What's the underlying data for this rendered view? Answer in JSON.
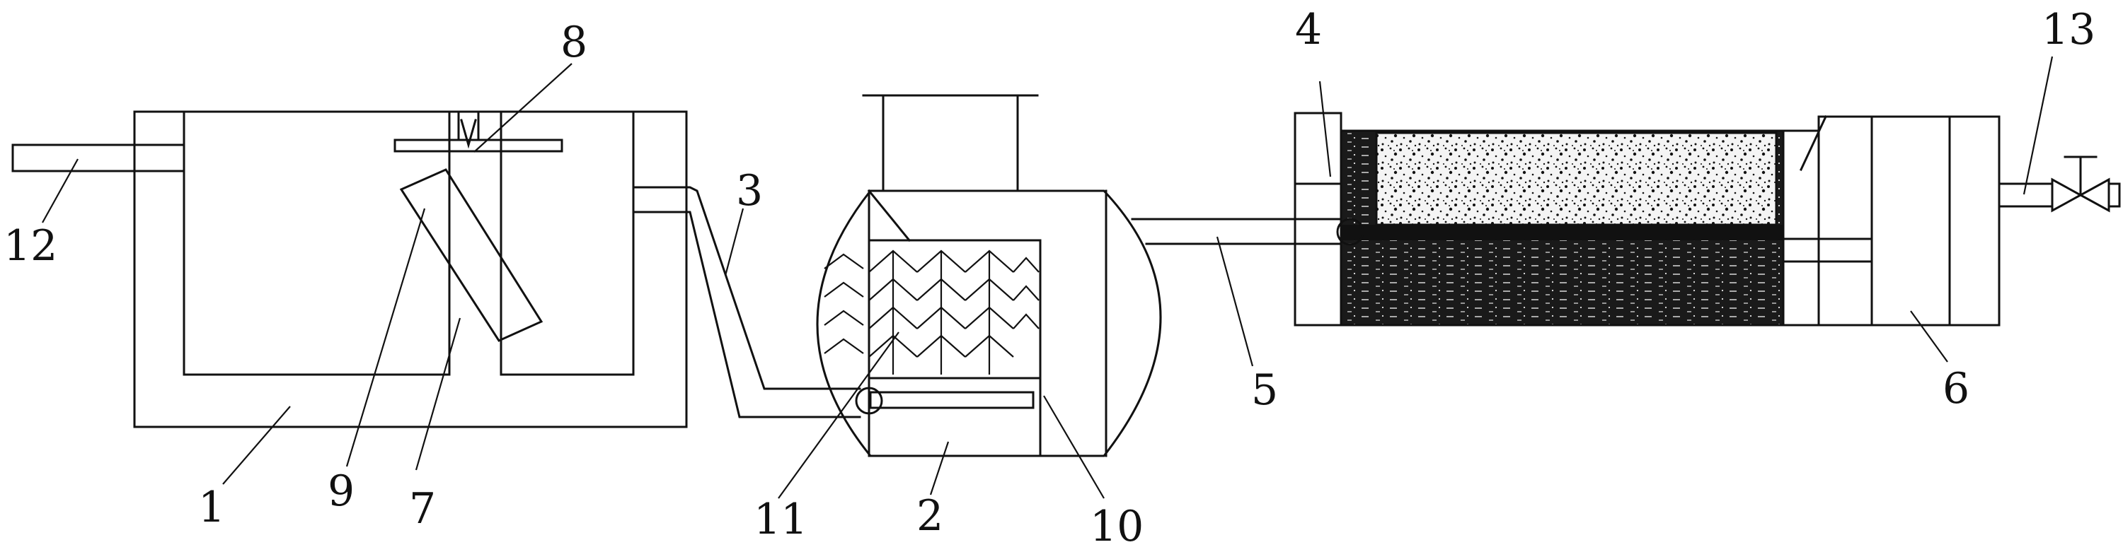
{
  "diagram": {
    "labels": {
      "l1": "1",
      "l2": "2",
      "l3": "3",
      "l4": "4",
      "l5": "5",
      "l6": "6",
      "l7": "7",
      "l8": "8",
      "l9": "9",
      "l10": "10",
      "l11": "11",
      "l12": "12",
      "l13": "13"
    },
    "colors": {
      "line": "#111111",
      "background": "#ffffff",
      "dark_fill": "#1a1a1a",
      "speckle_fill": "#f4f4f4"
    }
  }
}
